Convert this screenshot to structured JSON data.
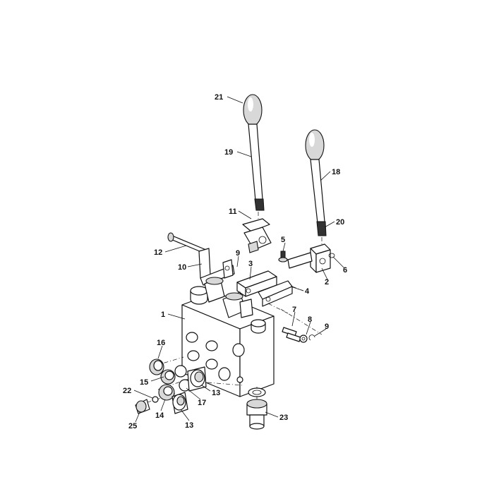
{
  "callouts": [
    {
      "id": "c21",
      "label": "21"
    },
    {
      "id": "c19",
      "label": "19"
    },
    {
      "id": "c18",
      "label": "18"
    },
    {
      "id": "c11",
      "label": "11"
    },
    {
      "id": "c20",
      "label": "20"
    },
    {
      "id": "c5",
      "label": "5"
    },
    {
      "id": "c12",
      "label": "12"
    },
    {
      "id": "c9a",
      "label": "9"
    },
    {
      "id": "c10",
      "label": "10"
    },
    {
      "id": "c3",
      "label": "3"
    },
    {
      "id": "c6",
      "label": "6"
    },
    {
      "id": "c2",
      "label": "2"
    },
    {
      "id": "c4",
      "label": "4"
    },
    {
      "id": "c1",
      "label": "1"
    },
    {
      "id": "c7",
      "label": "7"
    },
    {
      "id": "c8",
      "label": "8"
    },
    {
      "id": "c9b",
      "label": "9"
    },
    {
      "id": "c16",
      "label": "16"
    },
    {
      "id": "c15",
      "label": "15"
    },
    {
      "id": "c13a",
      "label": "13"
    },
    {
      "id": "c22",
      "label": "22"
    },
    {
      "id": "c17",
      "label": "17"
    },
    {
      "id": "c14",
      "label": "14"
    },
    {
      "id": "c25",
      "label": "25"
    },
    {
      "id": "c13b",
      "label": "13"
    },
    {
      "id": "c23",
      "label": "23"
    }
  ]
}
